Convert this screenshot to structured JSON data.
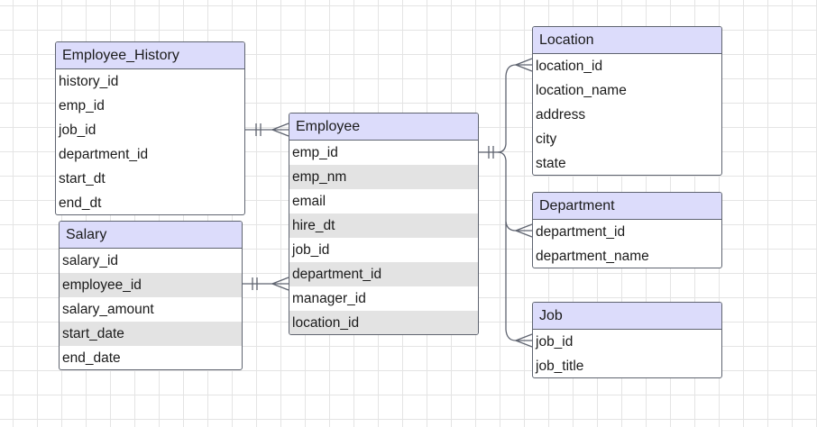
{
  "entities": {
    "employee_history": {
      "title": "Employee_History",
      "fields": [
        "history_id",
        "emp_id",
        "job_id",
        "department_id",
        "start_dt",
        "end_dt"
      ]
    },
    "salary": {
      "title": "Salary",
      "fields": [
        "salary_id",
        "employee_id",
        "salary_amount",
        "start_date",
        "end_date"
      ]
    },
    "employee": {
      "title": "Employee",
      "fields": [
        "emp_id",
        "emp_nm",
        "email",
        "hire_dt",
        "job_id",
        "department_id",
        "manager_id",
        "location_id"
      ]
    },
    "location": {
      "title": "Location",
      "fields": [
        "location_id",
        "location_name",
        "address",
        "city",
        "state"
      ]
    },
    "department": {
      "title": "Department",
      "fields": [
        "department_id",
        "department_name"
      ]
    },
    "job": {
      "title": "Job",
      "fields": [
        "job_id",
        "job_title"
      ]
    }
  },
  "relationships": [
    {
      "from": "Employee_History",
      "to": "Employee",
      "from_end": "one",
      "to_end": "many"
    },
    {
      "from": "Salary",
      "to": "Employee",
      "from_end": "one",
      "to_end": "many"
    },
    {
      "from": "Employee",
      "to": "Location",
      "from_end": "one",
      "to_end": "many"
    },
    {
      "from": "Employee",
      "to": "Department",
      "from_end": "one",
      "to_end": "many"
    },
    {
      "from": "Employee",
      "to": "Job",
      "from_end": "one",
      "to_end": "many"
    }
  ],
  "colors": {
    "header_fill": "#dcdcfb",
    "row_shade": "#e3e3e3",
    "border": "#5f6470",
    "grid": "#e4e4e4"
  }
}
